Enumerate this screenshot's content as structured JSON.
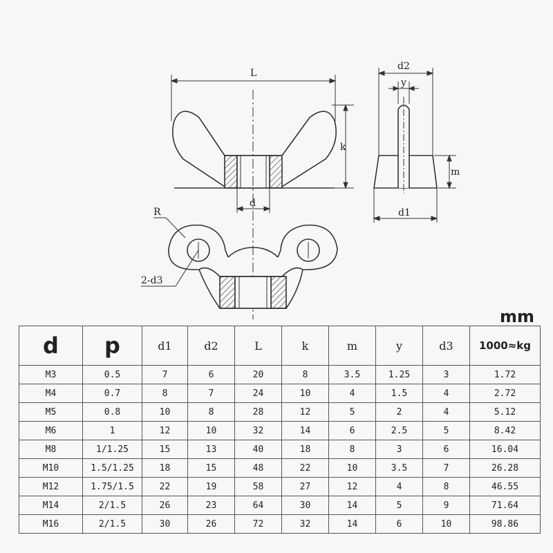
{
  "drawing": {
    "labels": {
      "L": "L",
      "k": "k",
      "d": "d",
      "d1": "d1",
      "d2": "d2",
      "y": "y",
      "m": "m",
      "R": "R",
      "d3": "2-d3"
    }
  },
  "unit": "mm",
  "table": {
    "headers": [
      "d",
      "p",
      "d1",
      "d2",
      "L",
      "k",
      "m",
      "y",
      "d3",
      "1000≈kg"
    ],
    "rows": [
      [
        "M3",
        "0.5",
        "7",
        "6",
        "20",
        "8",
        "3.5",
        "1.25",
        "3",
        "1.72"
      ],
      [
        "M4",
        "0.7",
        "8",
        "7",
        "24",
        "10",
        "4",
        "1.5",
        "4",
        "2.72"
      ],
      [
        "M5",
        "0.8",
        "10",
        "8",
        "28",
        "12",
        "5",
        "2",
        "4",
        "5.12"
      ],
      [
        "M6",
        "1",
        "12",
        "10",
        "32",
        "14",
        "6",
        "2.5",
        "5",
        "8.42"
      ],
      [
        "M8",
        "1/1.25",
        "15",
        "13",
        "40",
        "18",
        "8",
        "3",
        "6",
        "16.04"
      ],
      [
        "M10",
        "1.5/1.25",
        "18",
        "15",
        "48",
        "22",
        "10",
        "3.5",
        "7",
        "26.28"
      ],
      [
        "M12",
        "1.75/1.5",
        "22",
        "19",
        "58",
        "27",
        "12",
        "4",
        "8",
        "46.55"
      ],
      [
        "M14",
        "2/1.5",
        "26",
        "23",
        "64",
        "30",
        "14",
        "5",
        "9",
        "71.64"
      ],
      [
        "M16",
        "2/1.5",
        "30",
        "26",
        "72",
        "32",
        "14",
        "6",
        "10",
        "98.86"
      ]
    ]
  }
}
